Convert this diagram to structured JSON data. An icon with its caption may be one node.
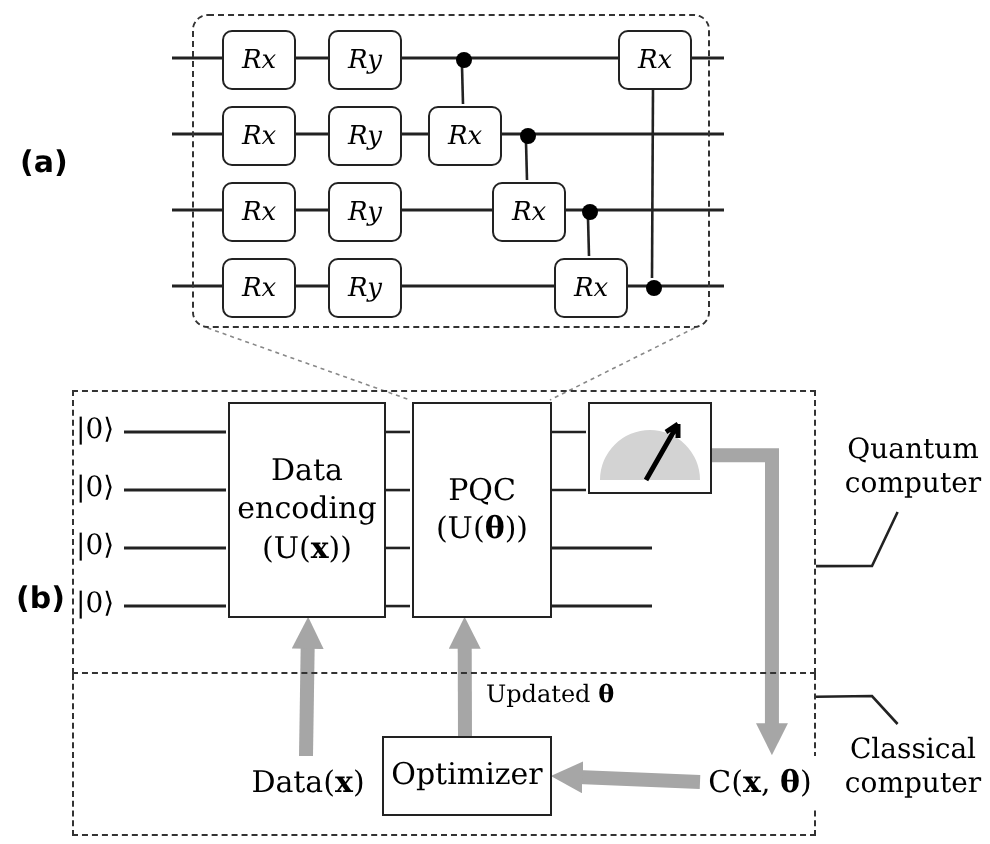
{
  "diagram": {
    "nodes": [
      {
        "text": [],
        "shape": "box"
      },
      {
        "text": [
          "Rx"
        ],
        "in": 0
      },
      {
        "text": [
          "Ry"
        ],
        "in": 0
      },
      {
        "text": [],
        "shape": "circle",
        "in": 0
      },
      {
        "text": [
          "Rx"
        ],
        "in": 0
      },
      {
        "text": [
          "Rx"
        ],
        "in": 0
      },
      {
        "text": [
          "Ry"
        ],
        "in": 0
      },
      {
        "text": [
          "Rx"
        ],
        "in": 0
      },
      {
        "text": [],
        "shape": "circle",
        "in": 0
      },
      {
        "text": [
          "Rx"
        ],
        "in": 0
      },
      {
        "text": [
          "Ry"
        ],
        "in": 0
      },
      {
        "text": [
          "Rx"
        ],
        "in": 0
      },
      {
        "text": [],
        "shape": "circle",
        "in": 0
      },
      {
        "text": [
          "Rx"
        ],
        "in": 0
      },
      {
        "text": [
          "Ry"
        ],
        "in": 0
      },
      {
        "text": [
          "Rx"
        ],
        "in": 0
      },
      {
        "text": [],
        "shape": "circle",
        "in": 0
      },
      {
        "text": [],
        "shape": "box"
      },
      {
        "text": [],
        "shape": "box"
      },
      {
        "text": [
          "Data encoding (U(**x**))"
        ],
        "in": 17
      },
      {
        "text": [
          "PQC (U(**θ**))"
        ],
        "in": 17
      },
      {
        "text": [],
        "shape": "box",
        "in": 17
      },
      {
        "text": [
          "Data(**x**)"
        ],
        "in": 18
      },
      {
        "text": [
          "Optimizer"
        ],
        "in": 18
      },
      {
        "text": [
          "C(**x**, **θ**)"
        ],
        "in": 18
      },
      {
        "text": [
          "Quantum computer"
        ]
      },
      {
        "text": [
          "Classical computer"
        ]
      }
    ],
    "edges": [
      {
        "from": 3,
        "to": 7,
        "arrow": "none"
      },
      {
        "from": 8,
        "to": 11,
        "arrow": "none"
      },
      {
        "from": 12,
        "to": 15,
        "arrow": "none"
      },
      {
        "from": 16,
        "to": 4,
        "arrow": "none"
      },
      {
        "from": 0,
        "to": 20,
        "arrow": "none",
        "style": "dashed",
        "color": "#888888"
      },
      {
        "from": 0,
        "to": 20,
        "arrow": "none",
        "style": "dashed",
        "color": "#888888"
      },
      {
        "from": 22,
        "to": 19,
        "arrow": "to",
        "style": "thick",
        "color": "#a6a6a6"
      },
      {
        "from": 23,
        "to": 20,
        "arrow": "to",
        "style": "thick",
        "color": "#a6a6a6",
        "label": "Updated **θ**"
      },
      {
        "from": 21,
        "to": 24,
        "arrow": "to",
        "style": "thick",
        "color": "#a6a6a6"
      },
      {
        "from": 24,
        "to": 23,
        "arrow": "to",
        "style": "thick",
        "color": "#a6a6a6"
      },
      {
        "from": 25,
        "to": 17,
        "arrow": "none"
      },
      {
        "from": 26,
        "to": 18,
        "arrow": "none"
      },
      {
        "from": 19,
        "to": 20,
        "arrow": "none"
      },
      {
        "from": 19,
        "to": 20,
        "arrow": "none"
      },
      {
        "from": 19,
        "to": 20,
        "arrow": "none"
      },
      {
        "from": 19,
        "to": 20,
        "arrow": "none"
      },
      {
        "from": 20,
        "to": 21,
        "arrow": "none"
      },
      {
        "from": 20,
        "to": 21,
        "arrow": "none"
      }
    ],
    "labels": [
      "(a)",
      "(b)",
      "|0⟩",
      "|0⟩",
      "|0⟩",
      "|0⟩"
    ]
  }
}
